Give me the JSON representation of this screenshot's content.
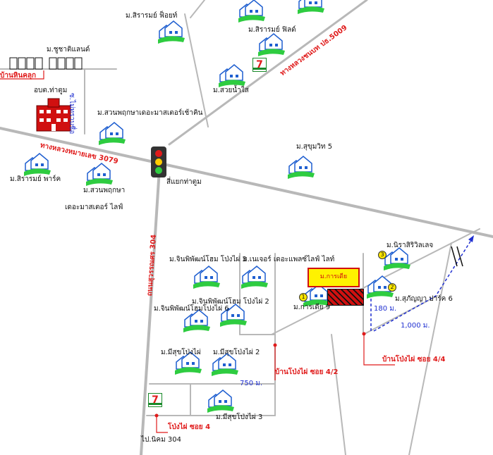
{
  "map": {
    "roads": {
      "highway_3079": "ทางหลวงหมายเลข 3079",
      "road_304": "ถนนสุวรรณศร 304",
      "highway_5009": "ทางหลวงชนบท ปธ.5009",
      "side_road": "ซ.ไม่ทราบชื่อ"
    },
    "junction": "สี่แยกท่าตูม",
    "places": {
      "abt": "อบต.ท่าตูม",
      "chuchat": "ม.ชูชาติแลนด์",
      "banhin": "บ้านหินคลุก",
      "sirarom_forest": "ม.สิรารมย์ ฟ็อยท์",
      "sirarom_field": "ม.สิรารมย์ ฟิลด์",
      "suan_nam_sai": "ม.สวยน้ำใส",
      "suan_phruksa_chaiyaphum": "ม.สวนพฤกษาเดอะมาสเตอร์เช้าคิน",
      "sukhumvit5": "ม.สุขุมวิท 5",
      "sirarom_park": "ม.สิรารมย์ พาร์ค",
      "suan_phruksa_life_1": "ม.สวนพฤกษา",
      "suan_phruksa_life_2": "เดอะมาสเตอร์ ไลฟ์",
      "jinphiphat_3": "ม.จินพิพัฒน์โฮม โป่งไผ่ 3",
      "nature_life": "ม.เนเจอร์ เดอะแพลซ์ไลฟ์ ไลท์",
      "jinphiphat_2": "ม.จินพิพัฒน์โฮม โป่งไผ่ 2",
      "jinphiphat_6": "ม.จินพิพัฒน์โฮมโปงไผ่ 6",
      "meesook_1": "ม.มีสุขโป่งไผ่",
      "meesook_2": "ม.มีสุขโป่งไผ่ 2",
      "meesook_3": "ม.มีสุขโป่งไผ่ 3",
      "nirasiri": "ม.นิราสิริวิลเลจ",
      "supanya": "ม.สุภัญญา ปาร์ค 6",
      "karnchai_9": "ม.การเดีย 9",
      "karnchai_box": "ม.การเดีย",
      "banpongpai_44": "บ้านโป่งไผ่ ซอย 4/4",
      "banpongpai_42": "บ้านโป่งไผ่ ซอย 4/2",
      "pongpai_4": "โป่งไผ่ ซอย 4",
      "nikom304": "ไป.นิคม 304"
    },
    "distances": {
      "d180": "180 ม.",
      "d1000": "1,000 ม.",
      "d750": "750 ม."
    },
    "markers": {
      "n1": "1",
      "n2": "2",
      "n3": "3",
      "seven": "7"
    },
    "colors": {
      "road": "#b8b8b8",
      "label_red": "#e01b1b",
      "label_blue": "#1f2fd0",
      "house_green": "#2ecc40",
      "house_blue": "#1f5fd0"
    }
  }
}
